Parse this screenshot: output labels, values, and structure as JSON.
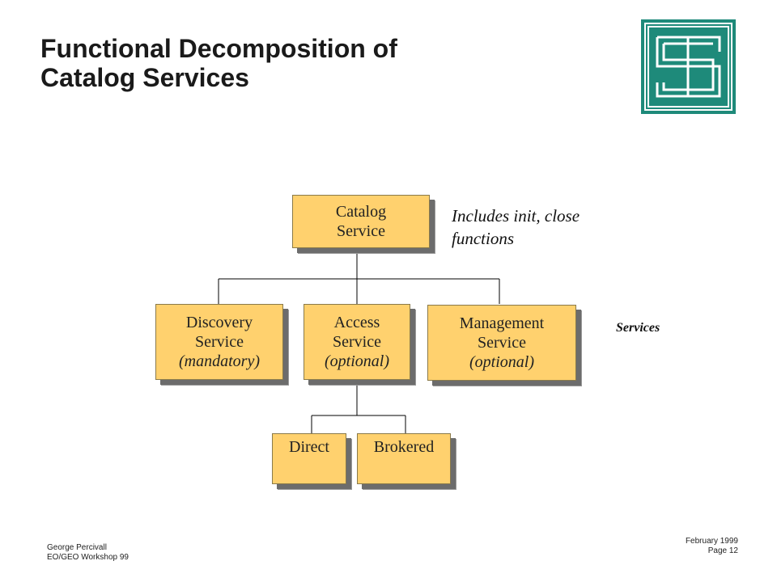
{
  "slide": {
    "title_line1": "Functional Decomposition of",
    "title_line2": "Catalog Services"
  },
  "logo": {
    "icon": "cgs-logo",
    "color": "#1e8a7a"
  },
  "diagram": {
    "root": {
      "line1": "Catalog",
      "line2": "Service"
    },
    "root_note": {
      "line1": "Includes init, close",
      "line2": "functions"
    },
    "services": [
      {
        "line1": "Discovery",
        "line2": "Service",
        "line3": "(mandatory)"
      },
      {
        "line1": "Access",
        "line2": "Service",
        "line3": "(optional)"
      },
      {
        "line1": "Management",
        "line2": "Service",
        "line3": "(optional)"
      }
    ],
    "services_label": "Services",
    "access_children": [
      {
        "label": "Direct"
      },
      {
        "label": "Brokered"
      }
    ],
    "box_color": "#ffd16e",
    "shadow_color": "#6c6c6c"
  },
  "footer": {
    "author": "George Percivall",
    "event": "EO/GEO Workshop 99",
    "date": "February 1999",
    "page": "Page  12"
  }
}
